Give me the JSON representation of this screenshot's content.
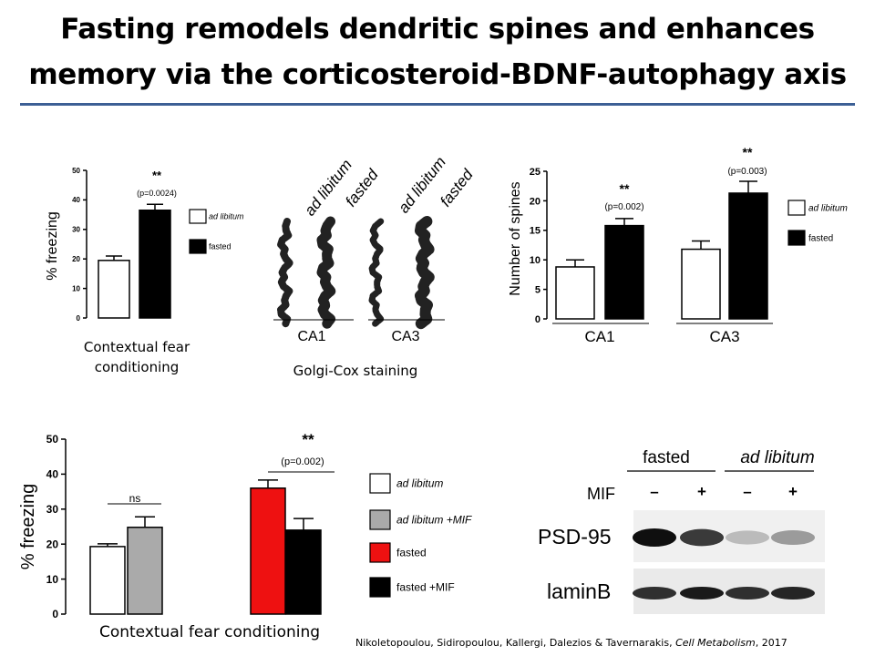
{
  "title": {
    "line1": "Fasting remodels dendritic spines and enhances",
    "line2": "memory via the corticosteroid-BDNF-autophagy axis"
  },
  "colors": {
    "rule": "#3c5f95",
    "fasted_mif_bar_red": "#ee1111",
    "gray_bar": "#aaaaaa"
  },
  "chart_data": [
    {
      "type": "bar",
      "ylabel": "% freezing",
      "ylim": [
        0,
        50
      ],
      "yticks": [
        0,
        10,
        20,
        30,
        40,
        50
      ],
      "categories": [
        "ad libitum",
        "fasted"
      ],
      "values": [
        19.5,
        36.5
      ],
      "errors": [
        1.5,
        2.0
      ],
      "colors": [
        "#ffffff",
        "#000000"
      ],
      "annotation": {
        "stars": "**",
        "p": "(p=0.0024)"
      },
      "legend": [
        "ad libitum",
        "fasted"
      ],
      "caption_line1": "Contextual fear",
      "caption_line2": "conditioning"
    },
    {
      "type": "bar",
      "ylabel": "Number of spines",
      "ylim": [
        0,
        25
      ],
      "yticks": [
        0,
        5,
        10,
        15,
        20,
        25
      ],
      "categories": [
        "CA1",
        "CA3"
      ],
      "series": [
        {
          "name": "ad libitum",
          "values": [
            8.8,
            11.8
          ],
          "errors": [
            1.2,
            1.4
          ]
        },
        {
          "name": "fasted",
          "values": [
            15.8,
            21.3
          ],
          "errors": [
            1.2,
            2.0
          ]
        }
      ],
      "annotations": [
        {
          "stars": "**",
          "p": "(p=0.002)"
        },
        {
          "stars": "**",
          "p": "(p=0.003)"
        }
      ],
      "legend": [
        "ad libitum",
        "fasted"
      ]
    },
    {
      "type": "bar",
      "ylabel": "% freezing",
      "ylim": [
        0,
        50
      ],
      "yticks": [
        0,
        10,
        20,
        30,
        40,
        50
      ],
      "categories": [
        "ad libitum",
        "ad libitum +MIF",
        "fasted",
        "fasted +MIF"
      ],
      "values": [
        19.3,
        24.8,
        36.0,
        24.0
      ],
      "errors": [
        0.8,
        3.0,
        2.3,
        3.3
      ],
      "colors": [
        "#ffffff",
        "#aaaaaa",
        "#ee1111",
        "#000000"
      ],
      "annotations": [
        {
          "label": "ns"
        },
        {
          "stars": "**",
          "p": "(p=0.002)"
        }
      ],
      "legend": [
        "ad libitum",
        "ad libitum +MIF",
        "fasted",
        "fasted +MIF"
      ],
      "caption": "Contextual fear conditioning"
    }
  ],
  "golgi": {
    "labels": [
      "ad libitum",
      "fasted",
      "ad libitum",
      "fasted"
    ],
    "regions": [
      "CA1",
      "CA3"
    ],
    "caption": "Golgi-Cox staining"
  },
  "blot": {
    "groups": [
      "fasted",
      "ad libitum"
    ],
    "treatment_label": "MIF",
    "lanes": [
      "–",
      "+",
      "–",
      "+"
    ],
    "rows": [
      "PSD-95",
      "laminB"
    ],
    "psd95_intensity": [
      1.0,
      0.8,
      0.2,
      0.35
    ],
    "laminb_intensity": [
      0.85,
      0.95,
      0.85,
      0.9
    ]
  },
  "citation": {
    "authors": "Nikoletopoulou, Sidiropoulou, Kallergi, Dalezios & Tavernarakis,",
    "journal": "Cell Metabolism",
    "year": ", 2017"
  }
}
